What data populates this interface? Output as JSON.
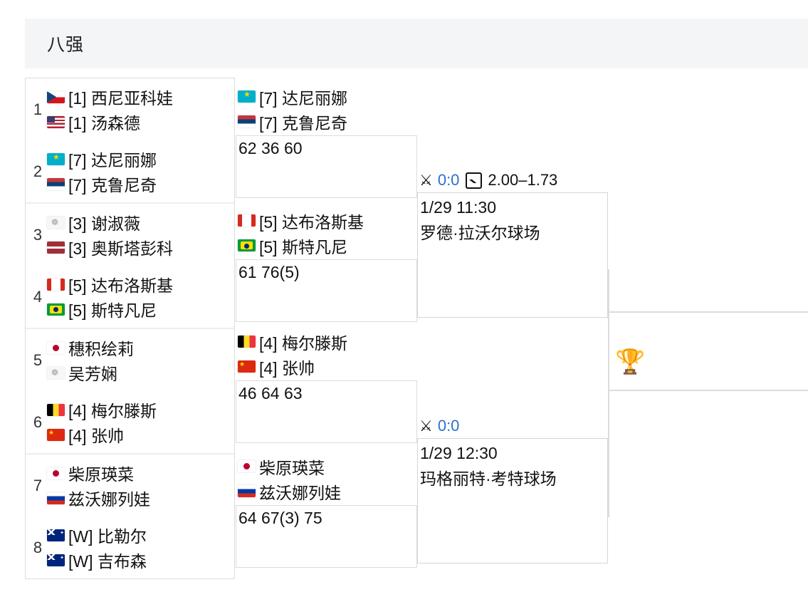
{
  "header": {
    "round_title": "八强"
  },
  "quarterfinals": [
    {
      "number": "1",
      "players": [
        {
          "flag": "cz",
          "flag_name": "czech-republic-flag",
          "name": "[1] 西尼亚科娃"
        },
        {
          "flag": "us",
          "flag_name": "united-states-flag",
          "name": "[1] 汤森德"
        }
      ]
    },
    {
      "number": "2",
      "players": [
        {
          "flag": "kz",
          "flag_name": "kazakhstan-flag",
          "name": "[7] 达尼丽娜"
        },
        {
          "flag": "rs",
          "flag_name": "serbia-flag",
          "name": "[7] 克鲁尼奇"
        }
      ]
    },
    {
      "number": "3",
      "players": [
        {
          "flag": "tw",
          "flag_name": "chinese-taipei-flag",
          "name": "[3] 谢淑薇"
        },
        {
          "flag": "lv",
          "flag_name": "latvia-flag",
          "name": "[3] 奥斯塔彭科"
        }
      ]
    },
    {
      "number": "4",
      "players": [
        {
          "flag": "ca",
          "flag_name": "canada-flag",
          "name": "[5] 达布洛斯基"
        },
        {
          "flag": "br",
          "flag_name": "brazil-flag",
          "name": "[5] 斯特凡尼"
        }
      ]
    },
    {
      "number": "5",
      "players": [
        {
          "flag": "jp",
          "flag_name": "japan-flag",
          "name": "穗积绘莉"
        },
        {
          "flag": "tw",
          "flag_name": "chinese-taipei-flag",
          "name": "吴芳娴"
        }
      ]
    },
    {
      "number": "6",
      "players": [
        {
          "flag": "be",
          "flag_name": "belgium-flag",
          "name": "[4] 梅尔滕斯"
        },
        {
          "flag": "cn",
          "flag_name": "china-flag",
          "name": "[4] 张帅"
        }
      ]
    },
    {
      "number": "7",
      "players": [
        {
          "flag": "jp",
          "flag_name": "japan-flag",
          "name": "柴原瑛菜"
        },
        {
          "flag": "ru",
          "flag_name": "russia-flag",
          "name": "兹沃娜列娃"
        }
      ]
    },
    {
      "number": "8",
      "players": [
        {
          "flag": "au",
          "flag_name": "australia-flag",
          "name": "[W] 比勒尔"
        },
        {
          "flag": "au",
          "flag_name": "australia-flag",
          "name": "[W] 吉布森"
        }
      ]
    }
  ],
  "semifinals": [
    {
      "players": [
        {
          "flag": "kz",
          "flag_name": "kazakhstan-flag",
          "name": "[7] 达尼丽娜"
        },
        {
          "flag": "rs",
          "flag_name": "serbia-flag",
          "name": "[7] 克鲁尼奇"
        }
      ],
      "score": "62 36 60"
    },
    {
      "players": [
        {
          "flag": "ca",
          "flag_name": "canada-flag",
          "name": "[5] 达布洛斯基"
        },
        {
          "flag": "br",
          "flag_name": "brazil-flag",
          "name": "[5] 斯特凡尼"
        }
      ],
      "score": "61 76(5)"
    },
    {
      "players": [
        {
          "flag": "be",
          "flag_name": "belgium-flag",
          "name": "[4] 梅尔滕斯"
        },
        {
          "flag": "cn",
          "flag_name": "china-flag",
          "name": "[4] 张帅"
        }
      ],
      "score": "46 64 63"
    },
    {
      "players": [
        {
          "flag": "jp",
          "flag_name": "japan-flag",
          "name": "柴原瑛菜"
        },
        {
          "flag": "ru",
          "flag_name": "russia-flag",
          "name": "兹沃娜列娃"
        }
      ],
      "score": "64 67(3) 75"
    }
  ],
  "matches": [
    {
      "swords_icon": "⚔",
      "live_score": "0:0",
      "chart_icon": "odds-chart-icon",
      "odds": "2.00–1.73",
      "datetime": "1/29 11:30",
      "venue": "罗德·拉沃尔球场"
    },
    {
      "swords_icon": "⚔",
      "live_score": "0:0",
      "chart_icon": null,
      "odds": null,
      "datetime": "1/29 12:30",
      "venue": "玛格丽特·考特球场"
    }
  ],
  "final": {
    "trophy_icon": "🏆"
  },
  "watermark": {
    "text": ""
  },
  "colors": {
    "live_score": "#2f6fd0",
    "panel_bg": "#f4f5f7",
    "border": "#dcdcdc",
    "text": "#111111"
  }
}
